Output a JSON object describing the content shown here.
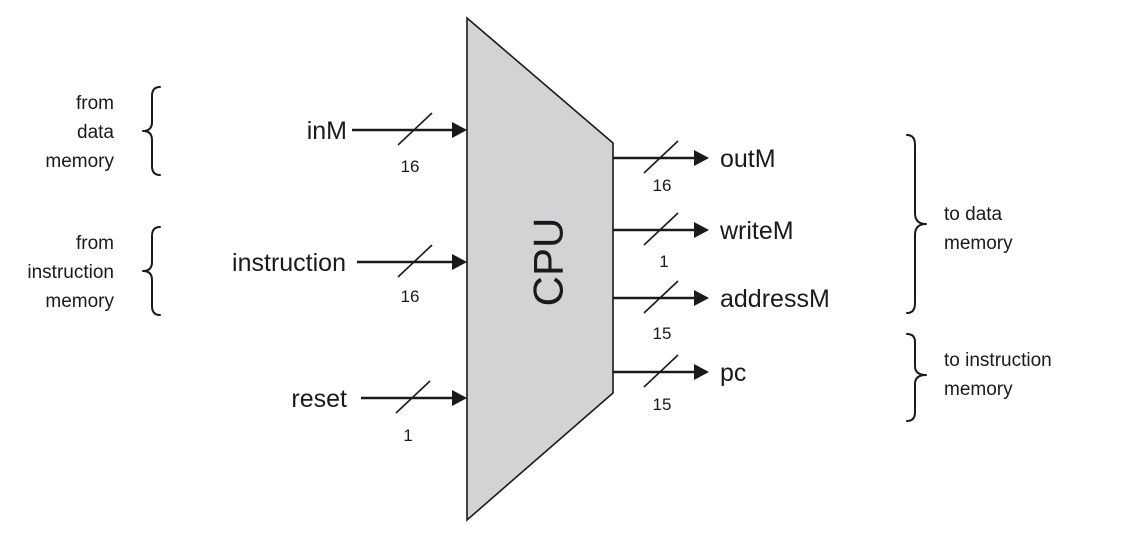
{
  "colors": {
    "cpu_fill": "#d1d3d4",
    "stroke": "#1a1a1a"
  },
  "cpu": {
    "label": "CPU"
  },
  "inputs": [
    {
      "name": "inM",
      "width": "16"
    },
    {
      "name": "instruction",
      "width": "16"
    },
    {
      "name": "reset",
      "width": "1"
    }
  ],
  "outputs": [
    {
      "name": "outM",
      "width": "16"
    },
    {
      "name": "writeM",
      "width": "1"
    },
    {
      "name": "addressM",
      "width": "15"
    },
    {
      "name": "pc",
      "width": "15"
    }
  ],
  "groups": {
    "from_data_memory": [
      "from",
      "data",
      "memory"
    ],
    "from_instruction_memory": [
      "from",
      "instruction",
      "memory"
    ],
    "to_data_memory": [
      "to data",
      "memory"
    ],
    "to_instruction_memory": [
      "to instruction",
      "memory"
    ]
  }
}
